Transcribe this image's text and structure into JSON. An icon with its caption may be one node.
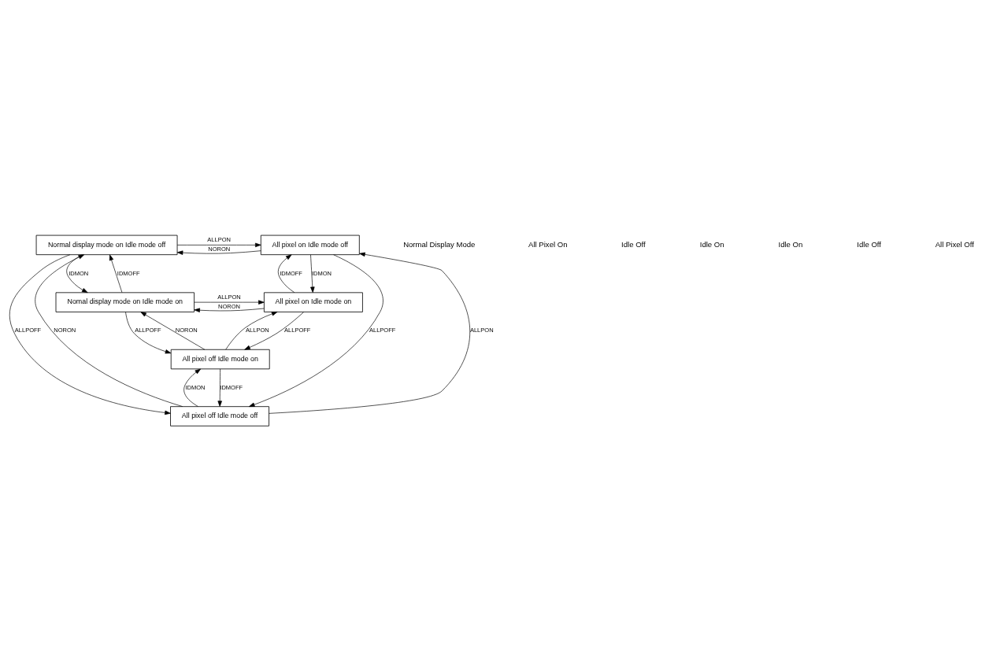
{
  "diagram": {
    "nodes": [
      {
        "text": [
          "Normal display mode on Idle mode off"
        ]
      },
      {
        "text": [
          "All pixel on Idle mode off"
        ]
      },
      {
        "text": [
          "Nomal display mode on Idle mode on"
        ]
      },
      {
        "text": [
          "All pixel on Idle mode on"
        ]
      },
      {
        "text": [
          "All pixel off Idle mode on"
        ]
      },
      {
        "text": [
          "All pixel off Idle mode off"
        ]
      }
    ],
    "edges": [
      {
        "from": 0,
        "to": 1,
        "arrow": "to",
        "label": "ALLPON"
      },
      {
        "from": 1,
        "to": 0,
        "arrow": "to",
        "label": "NORON"
      },
      {
        "from": 0,
        "to": 2,
        "arrow": "to",
        "label": "IDMON"
      },
      {
        "from": 2,
        "to": 0,
        "arrow": "to",
        "label": "IDMOFF"
      },
      {
        "from": 1,
        "to": 3,
        "arrow": "to",
        "label": "IDMON"
      },
      {
        "from": 3,
        "to": 1,
        "arrow": "to",
        "label": "IDMOFF"
      },
      {
        "from": 2,
        "to": 3,
        "arrow": "to",
        "label": "ALLPON"
      },
      {
        "from": 3,
        "to": 2,
        "arrow": "to",
        "label": "NORON"
      },
      {
        "from": 5,
        "to": 0,
        "arrow": "to",
        "label": "NORON"
      },
      {
        "from": 0,
        "to": 5,
        "arrow": "to",
        "label": "ALLPOFF"
      },
      {
        "from": 5,
        "to": 1,
        "arrow": "to",
        "label": "ALLPON"
      },
      {
        "from": 1,
        "to": 5,
        "arrow": "to",
        "label": "ALLPOFF"
      },
      {
        "from": 4,
        "to": 2,
        "arrow": "to",
        "label": "NORON"
      },
      {
        "from": 2,
        "to": 4,
        "arrow": "to",
        "label": "ALLPOFF"
      },
      {
        "from": 4,
        "to": 3,
        "arrow": "to",
        "label": "ALLPON"
      },
      {
        "from": 3,
        "to": 4,
        "arrow": "to",
        "label": "ALLPOFF"
      },
      {
        "from": 5,
        "to": 4,
        "arrow": "to",
        "label": "IDMON"
      },
      {
        "from": 4,
        "to": 5,
        "arrow": "to",
        "label": "IDMOFF"
      }
    ],
    "labels": [
      "Normal Display Mode",
      "All Pixel On",
      "Idle Off",
      "Idle On",
      "Idle On",
      "Idle Off",
      "All Pixel Off"
    ]
  }
}
